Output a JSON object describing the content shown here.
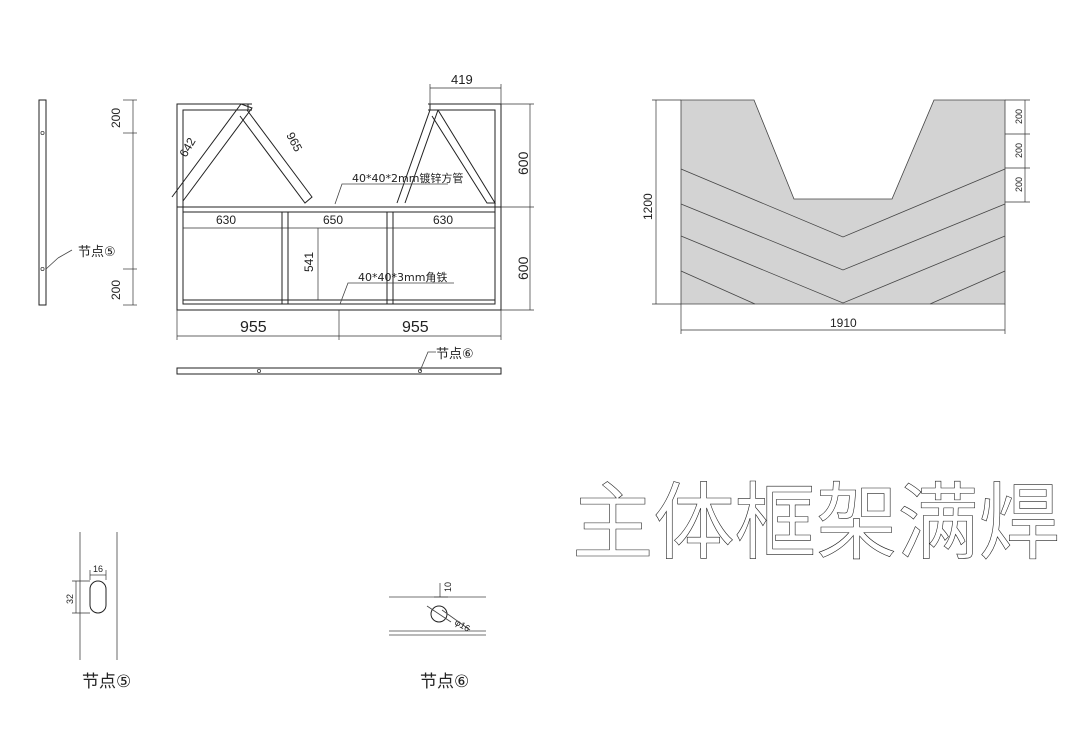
{
  "front_view": {
    "dims_top_labels": {
      "diag_left": "642",
      "diag_right": "965",
      "top_width": "419"
    },
    "dims_right": {
      "upper": "600",
      "lower": "600"
    },
    "dims_left_side": {
      "top": "200",
      "bottom": "200"
    },
    "inner_widths": [
      "630",
      "650",
      "630"
    ],
    "bottom_widths": [
      "955",
      "955"
    ],
    "post_height": "541",
    "callout_tube": "40*40*2mm镀锌方管",
    "callout_angle": "40*40*3mm角铁",
    "node5_label": "节点⑤",
    "node6_label": "节点⑥"
  },
  "right_view": {
    "height": "1200",
    "width": "1910",
    "right_dims": [
      "200",
      "200",
      "200"
    ],
    "fill_color": "#d3d3d3"
  },
  "title": "主体框架满焊",
  "detail5": {
    "width": "16",
    "height": "32",
    "label": "节点⑤"
  },
  "detail6": {
    "offset": "10",
    "diameter": "φ16",
    "label": "节点⑥"
  }
}
